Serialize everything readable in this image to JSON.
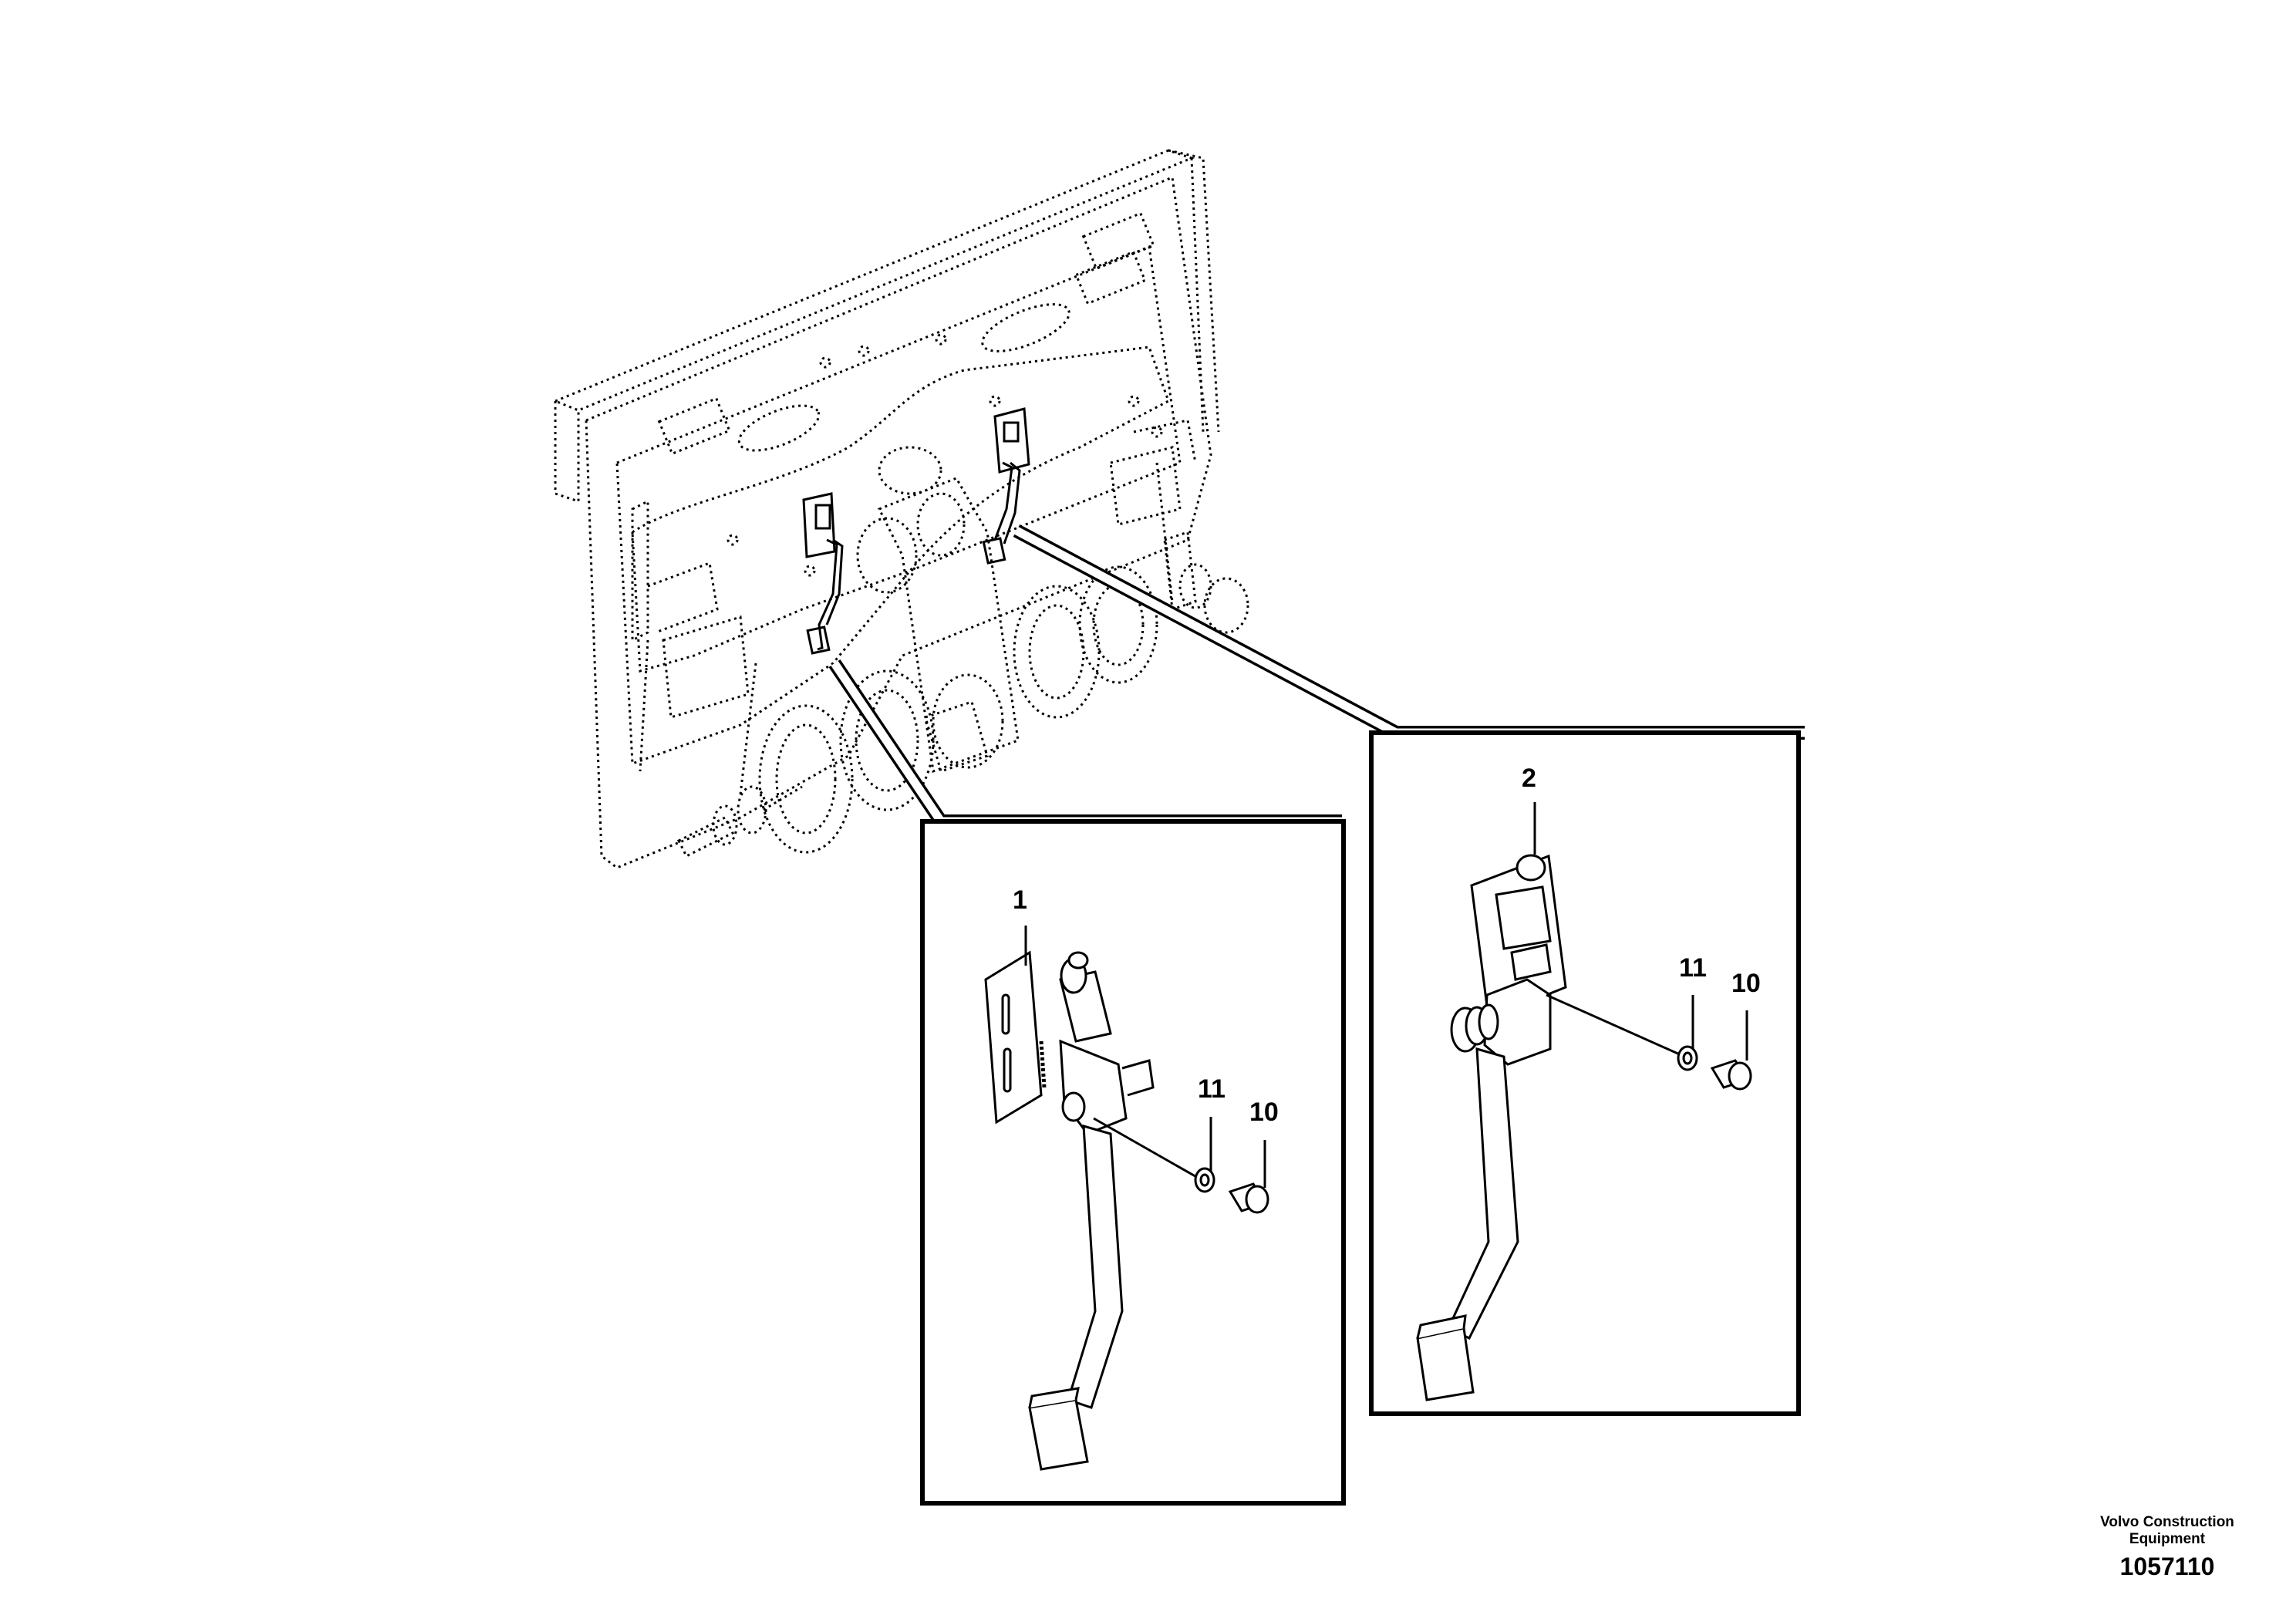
{
  "callouts": {
    "pedal_1": "1",
    "pedal_2": "2",
    "washer_left": "11",
    "bolt_left": "10",
    "washer_right": "11",
    "bolt_right": "10"
  },
  "footer": {
    "company_line1": "Volvo Construction",
    "company_line2": "Equipment",
    "drawing_number": "1057110"
  }
}
